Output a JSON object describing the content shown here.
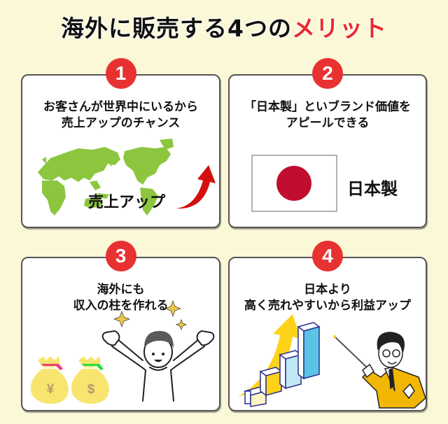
{
  "title": {
    "main": "海外に販売する4つの",
    "accent": "メリット",
    "accent_color": "#ea2a2a"
  },
  "colors": {
    "background": "#faf8d6",
    "badge": "#e83232",
    "card_border": "#555555"
  },
  "cards": [
    {
      "number": "1",
      "heading_line1": "お客さんが世界中にいるから",
      "heading_line2": "売上アップのチャンス",
      "illustration": "world-map-with-red-up-arrow",
      "illustration_label": "売上アップ"
    },
    {
      "number": "2",
      "heading_line1": "「日本製」といブランド価値を",
      "heading_line2": "アピールできる",
      "illustration": "japan-flag",
      "illustration_label": "日本製"
    },
    {
      "number": "3",
      "heading_line1": "海外にも",
      "heading_line2": "収入の柱を作れる",
      "illustration": "money-bags-and-happy-person",
      "money_bag_symbols": [
        "¥",
        "$"
      ]
    },
    {
      "number": "4",
      "heading_line1": "日本より",
      "heading_line2": "高く売れやすいから利益アップ",
      "illustration": "rising-bar-chart-and-presenter"
    }
  ]
}
